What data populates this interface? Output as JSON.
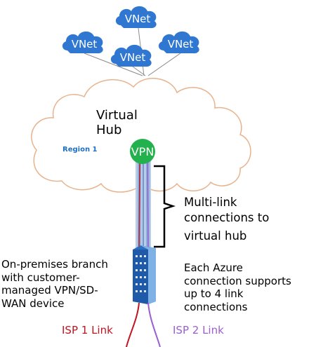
{
  "vnets": [
    "VNet",
    "VNet",
    "VNet",
    "VNet"
  ],
  "hub": {
    "title_line1": "Virtual",
    "title_line2": "Hub",
    "region": "Region 1",
    "gateway": "VPN"
  },
  "annotations": {
    "multilink": [
      "Multi-link",
      "connections to",
      "virtual hub"
    ],
    "onprem": [
      "On-premises branch",
      "with customer-",
      "managed VPN/SD-",
      "WAN device"
    ],
    "azure": [
      "Each Azure",
      "connection supports",
      "up to 4 link",
      "connections"
    ]
  },
  "links": {
    "isp1": "ISP 1 Link",
    "isp2": "ISP 2 Link"
  },
  "colors": {
    "vnet_cloud": "#2f77d1",
    "hub_cloud_stroke": "#e7b38d",
    "vpn_green": "#22b14c",
    "isp1": "#c0151f",
    "isp2": "#9a5fd0",
    "region_text": "#1f6fc5"
  }
}
